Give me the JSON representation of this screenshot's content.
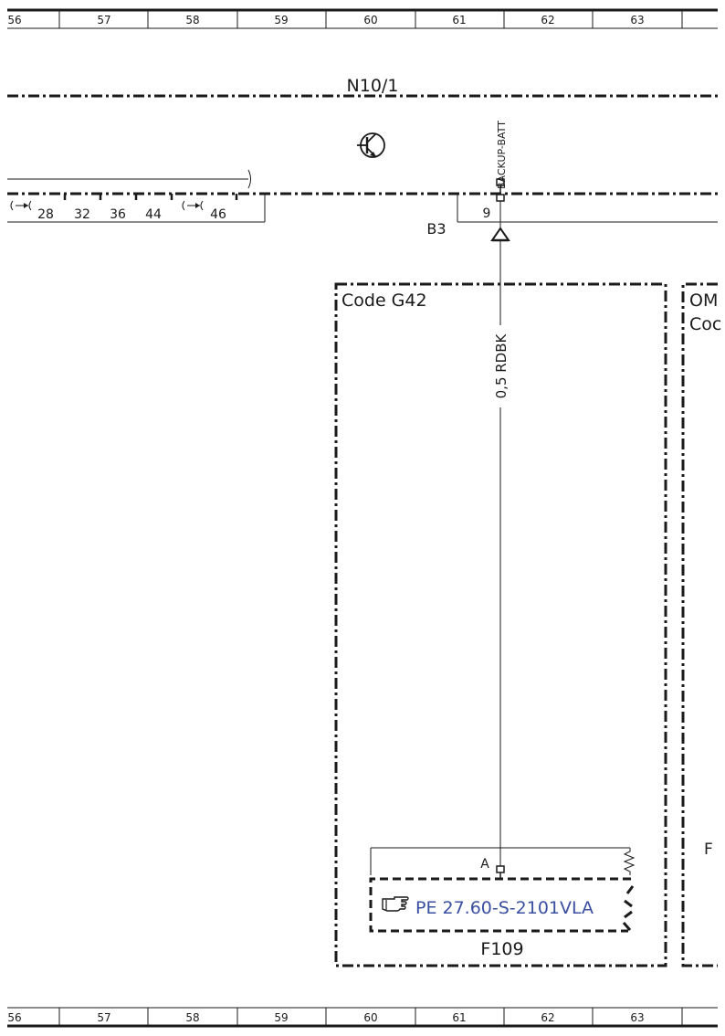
{
  "ruler": {
    "columns": [
      "56",
      "57",
      "58",
      "59",
      "60",
      "61",
      "62",
      "63",
      ""
    ]
  },
  "module": {
    "name": "N10/1",
    "connector": "B3",
    "signal": "BACKUP-BATT",
    "pin": "9",
    "left_pins": [
      "28",
      "32",
      "36",
      "44",
      "46"
    ]
  },
  "code_boxes": [
    {
      "label": "Code G42"
    },
    {
      "label_line1": "OM",
      "label_line2": "Coc"
    }
  ],
  "wire": {
    "label": "0,5 RDBK"
  },
  "fuse": {
    "name": "F109",
    "pin": "A",
    "reference_icon": "pointing-hand-icon",
    "reference": "PE 27.60-S-2101VLA"
  },
  "right_partial_label": "F",
  "colors": {
    "line": "#1a1a1a",
    "link": "#3b4fa0"
  }
}
